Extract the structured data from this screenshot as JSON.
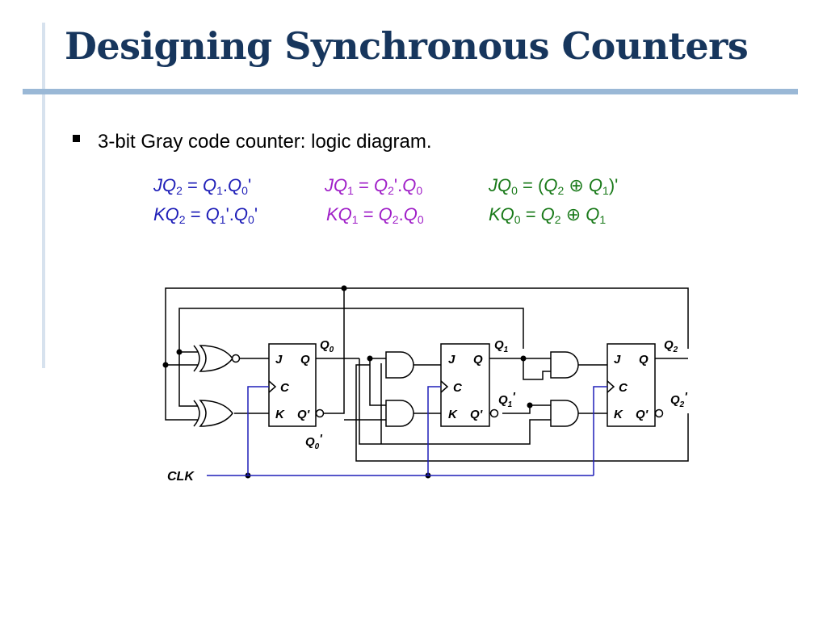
{
  "slide": {
    "title": "Designing Synchronous Counters",
    "bullet": "3-bit Gray code counter: logic diagram."
  },
  "equations": {
    "jq2": {
      "lhs": "JQ",
      "lhs_sub": "2",
      "eq": " = ",
      "a": "Q",
      "a_sub": "1",
      "op": ".",
      "b": "Q",
      "b_sub": "0",
      "post": "'"
    },
    "kq2": {
      "lhs": "KQ",
      "lhs_sub": "2",
      "eq": " = ",
      "a": "Q",
      "a_sub": "1",
      "op": "'.",
      "b": "Q",
      "b_sub": "0",
      "post": "'"
    },
    "jq1": {
      "lhs": "JQ",
      "lhs_sub": "1",
      "eq": " = ",
      "a": "Q",
      "a_sub": "2",
      "op": "'.",
      "b": "Q",
      "b_sub": "0",
      "post": ""
    },
    "kq1": {
      "lhs": "KQ",
      "lhs_sub": "1",
      "eq": " = ",
      "a": "Q",
      "a_sub": "2",
      "op": ".",
      "b": "Q",
      "b_sub": "0",
      "post": ""
    },
    "jq0": {
      "lhs": "JQ",
      "lhs_sub": "0",
      "eq": " = (",
      "a": "Q",
      "a_sub": "2",
      "op": " ⊕ ",
      "b": "Q",
      "b_sub": "1",
      "post": ")'"
    },
    "kq0": {
      "lhs": "KQ",
      "lhs_sub": "0",
      "eq": " = ",
      "a": "Q",
      "a_sub": "2",
      "op": " ⊕ ",
      "b": "Q",
      "b_sub": "1",
      "post": ""
    }
  },
  "circuit": {
    "ff_pins": {
      "j": "J",
      "q": "Q",
      "c": "C",
      "k": "K",
      "qbar": "Q'"
    },
    "outputs": {
      "q0": {
        "base": "Q",
        "sub": "0",
        "prime": ""
      },
      "q1": {
        "base": "Q",
        "sub": "1",
        "prime": ""
      },
      "q2": {
        "base": "Q",
        "sub": "2",
        "prime": ""
      },
      "q0bar": {
        "base": "Q",
        "sub": "0",
        "prime": "'"
      },
      "q1bar": {
        "base": "Q",
        "sub": "1",
        "prime": "'"
      },
      "q2bar": {
        "base": "Q",
        "sub": "2",
        "prime": "'"
      }
    },
    "clock_label": "CLK"
  },
  "colors": {
    "title": "#17365d",
    "accent_bar": "#9ab8d6",
    "clock_wire": "#1f1fb8",
    "eq_col1": "#1f1fb8",
    "eq_col2": "#a020c8",
    "eq_col3": "#1a7a1a"
  }
}
